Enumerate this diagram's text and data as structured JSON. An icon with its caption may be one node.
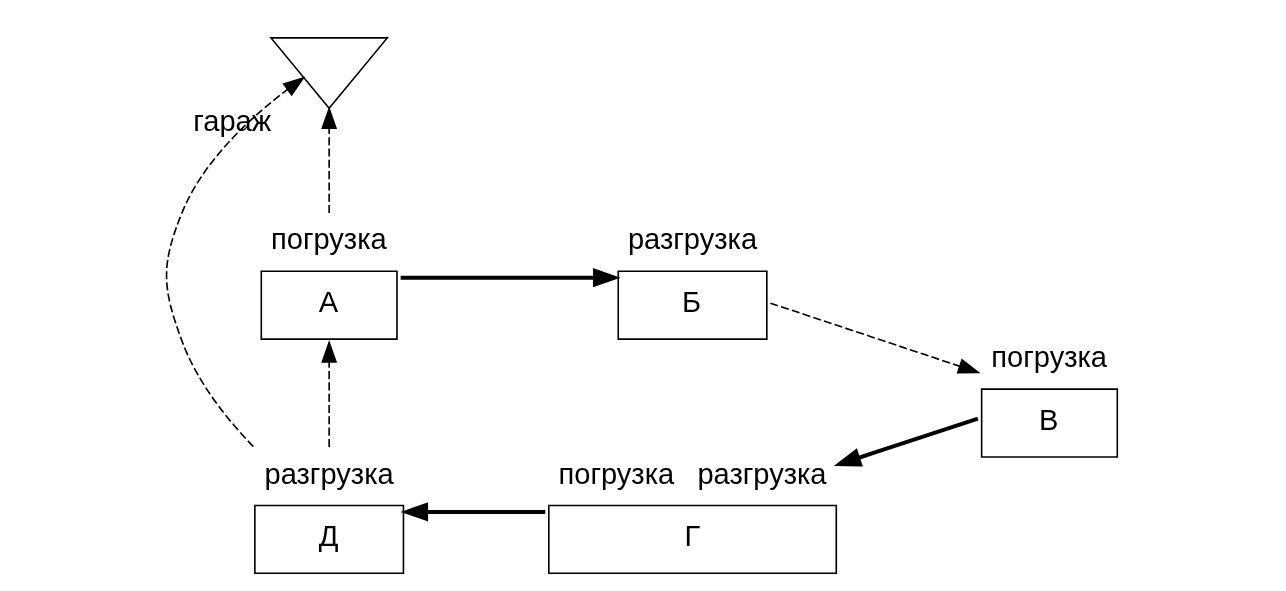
{
  "diagram": {
    "nodes": [
      {
        "text": [
          "гараж"
        ]
      },
      {
        "text": [
          "А"
        ],
        "beside": [
          "погрузка"
        ]
      },
      {
        "text": [
          "Б"
        ],
        "beside": [
          "разгрузка"
        ]
      },
      {
        "text": [
          "В"
        ],
        "beside": [
          "погрузка"
        ]
      },
      {
        "text": [
          "Г"
        ],
        "beside": [
          "погрузка",
          "разгрузка"
        ]
      },
      {
        "text": [
          "Д"
        ],
        "beside": [
          "разгрузка"
        ]
      }
    ],
    "edges": [
      {
        "from": 1,
        "to": 2,
        "arrow": "to",
        "style": "thick"
      },
      {
        "from": 2,
        "to": 3,
        "arrow": "to",
        "style": "dashed"
      },
      {
        "from": 3,
        "to": 4,
        "arrow": "to",
        "style": "thick"
      },
      {
        "from": 4,
        "to": 5,
        "arrow": "to",
        "style": "thick"
      },
      {
        "from": 5,
        "to": 1,
        "arrow": "to",
        "style": "dashed"
      },
      {
        "from": 5,
        "to": 0,
        "arrow": "to",
        "style": "dashed"
      },
      {
        "from": 1,
        "to": 0,
        "arrow": "to",
        "style": "dashed"
      }
    ]
  }
}
